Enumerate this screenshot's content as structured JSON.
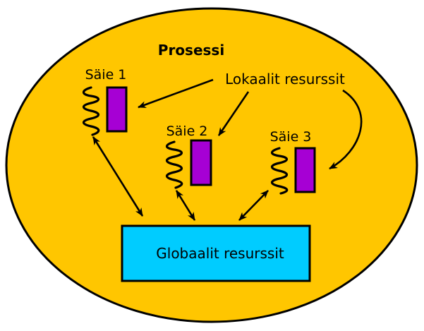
{
  "process": {
    "title": "Prosessi",
    "fill_color": "#FFC600"
  },
  "threads": [
    {
      "label": "Säie 1"
    },
    {
      "label": "Säie 2"
    },
    {
      "label": "Säie 3"
    }
  ],
  "local_resources": {
    "label": "Lokaalit resurssit",
    "box_color": "#A600D4"
  },
  "global_resources": {
    "label": "Globaalit resurssit",
    "fill_color": "#00CCFF"
  }
}
